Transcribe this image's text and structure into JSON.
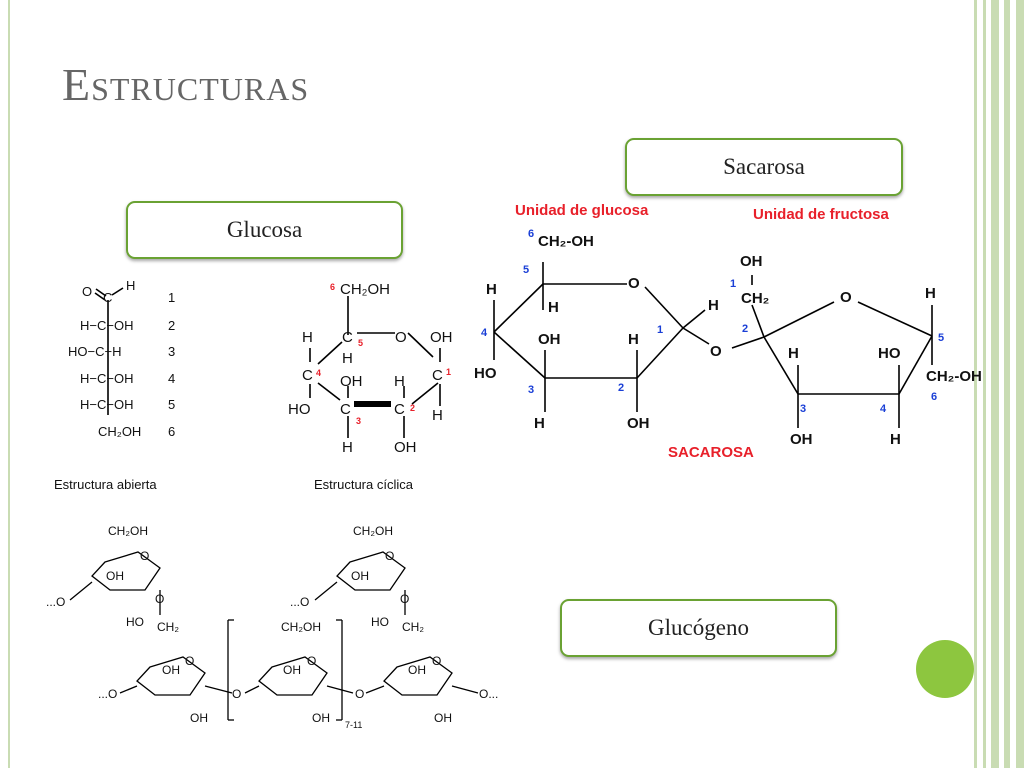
{
  "slide": {
    "title": "Estructuras",
    "labels": {
      "sacarosa": "Sacarosa",
      "glucosa": "Glucosa",
      "glucogeno": "Glucógeno"
    }
  },
  "glucose": {
    "open_caption": "Estructura abierta",
    "cyclic_caption": "Estructura cíclica",
    "open_rows": [
      "H−C−OH",
      "HO−C−H",
      "H−C−OH",
      "H−C−OH"
    ],
    "numbers": [
      "1",
      "2",
      "3",
      "4",
      "5",
      "6"
    ],
    "ch2oh": "CH₂OH",
    "o": "O",
    "h": "H",
    "c": "C",
    "oh": "OH",
    "ho": "HO"
  },
  "sucrose": {
    "glucose_unit": "Unidad de glucosa",
    "fructose_unit": "Unidad de fructosa",
    "name": "SACAROSA",
    "ch2oh": "CH₂-OH",
    "ch2": "CH₂",
    "repeat": "7-11",
    "dots": "...O",
    "dots_end": "O..."
  },
  "colors": {
    "accent": "#6aa233",
    "circle": "#8dc63f",
    "red": "#e8202a",
    "blue": "#1a3fd6",
    "frame": "#c9dcb3"
  }
}
